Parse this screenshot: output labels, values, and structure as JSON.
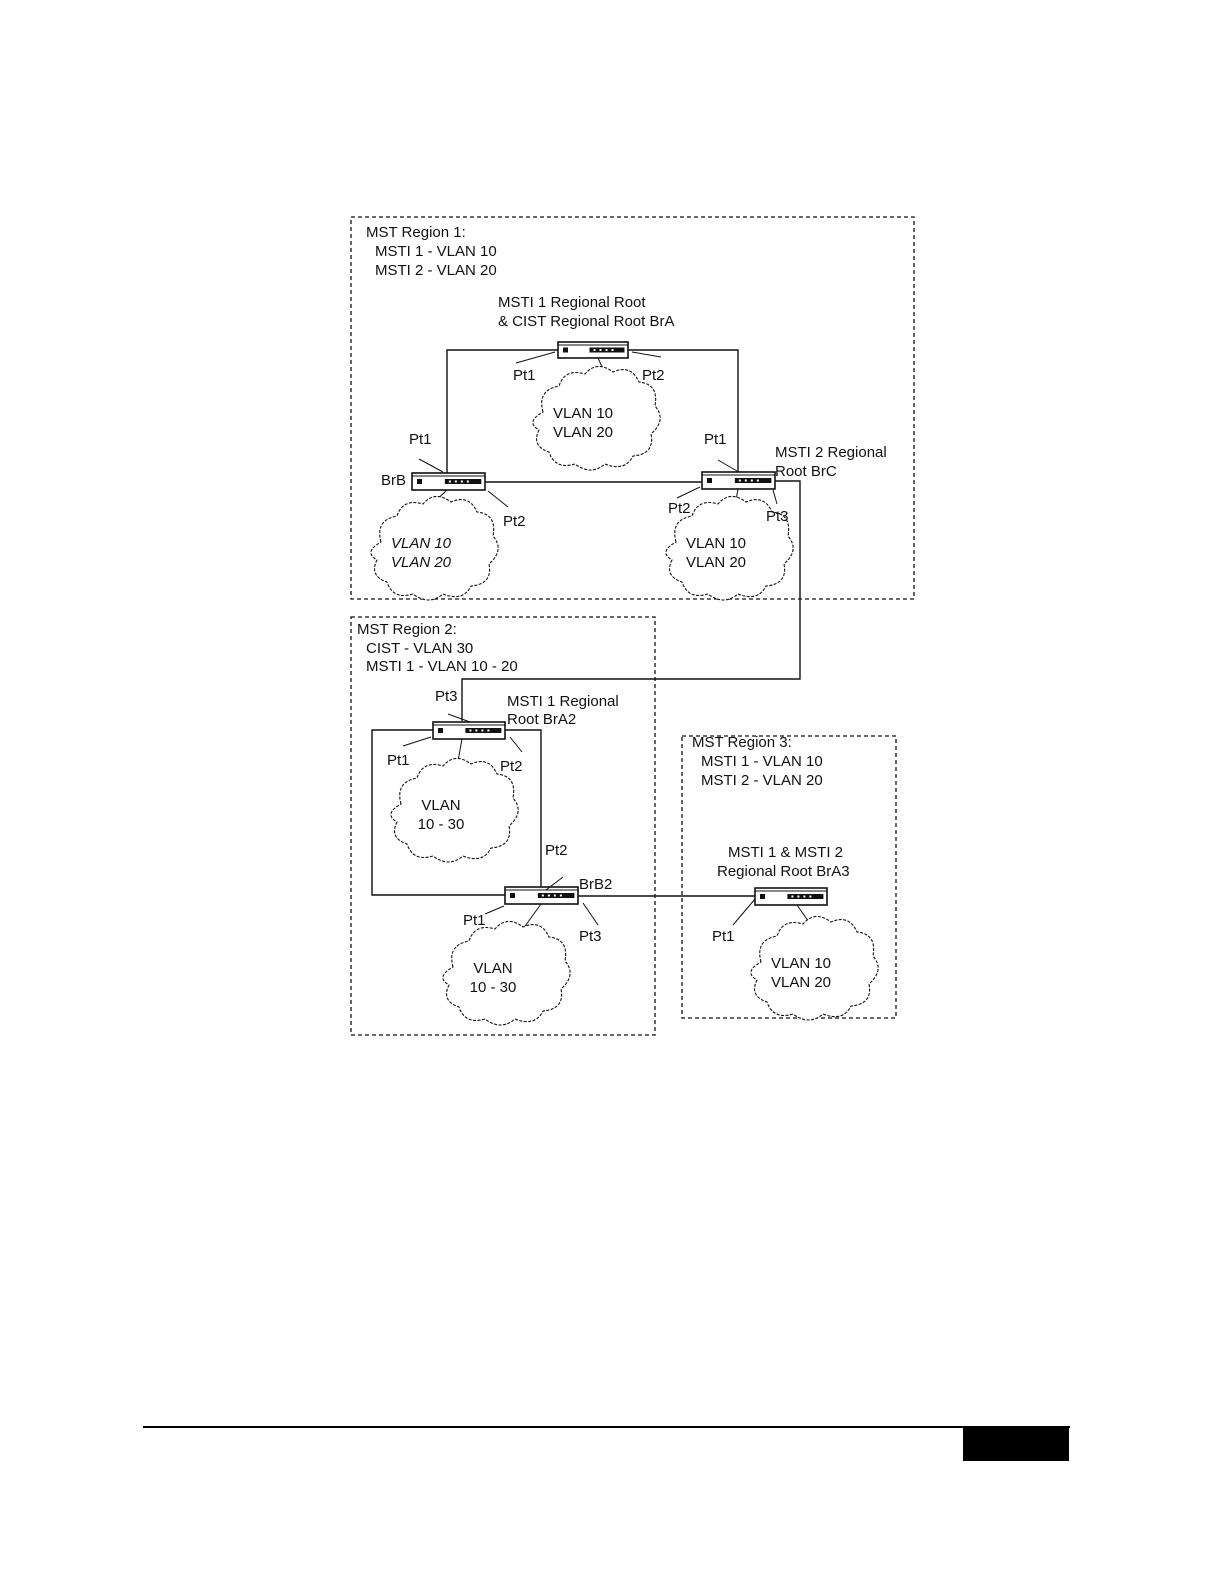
{
  "regions": [
    {
      "id": "region1",
      "title": "MST Region 1:",
      "lines": [
        "MSTI 1 - VLAN 10",
        "MSTI 2 - VLAN 20"
      ]
    },
    {
      "id": "region2",
      "title": "MST Region 2:",
      "lines": [
        "CIST - VLAN 30",
        "MSTI 1 - VLAN 10 - 20"
      ]
    },
    {
      "id": "region3",
      "title": "MST Region 3:",
      "lines": [
        "MSTI 1 - VLAN 10",
        "MSTI 2 - VLAN 20"
      ]
    }
  ],
  "bridges": {
    "bra": {
      "caption": [
        "MSTI 1 Regional Root",
        "& CIST Regional Root BrA"
      ],
      "ports": [
        "Pt1",
        "Pt2"
      ]
    },
    "brb": {
      "name": "BrB",
      "ports": [
        "Pt1",
        "Pt2"
      ]
    },
    "brc": {
      "caption": [
        "MSTI 2 Regional",
        "Root BrC"
      ],
      "ports": [
        "Pt1",
        "Pt2",
        "Pt3"
      ]
    },
    "bra2": {
      "caption": [
        "MSTI 1 Regional",
        "Root BrA2"
      ],
      "ports": [
        "Pt3",
        "Pt1",
        "Pt2"
      ]
    },
    "brb2": {
      "name": "BrB2",
      "ports": [
        "Pt2",
        "Pt1",
        "Pt3"
      ]
    },
    "bra3": {
      "caption": [
        "MSTI 1 & MSTI 2",
        "Regional Root BrA3"
      ],
      "ports": [
        "Pt1"
      ]
    }
  },
  "clouds": {
    "bra": [
      "VLAN 10",
      "VLAN 20"
    ],
    "brb": [
      "VLAN 10",
      "VLAN 20"
    ],
    "brc": [
      "VLAN 10",
      "VLAN 20"
    ],
    "bra2": [
      "VLAN",
      "10 - 30"
    ],
    "brb2": [
      "VLAN",
      "10 - 30"
    ],
    "bra3": [
      "VLAN 10",
      "VLAN 20"
    ]
  }
}
